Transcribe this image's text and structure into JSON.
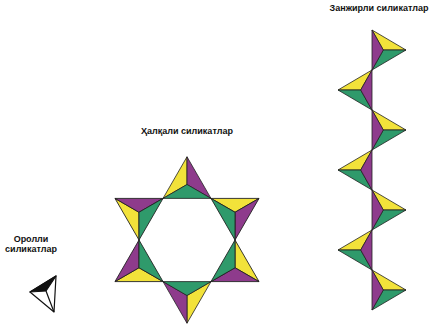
{
  "diagram": {
    "labels": [
      "Занжирли силикатлар",
      "Ҳалқали силикатлар",
      "Оролли силикатлар"
    ]
  }
}
